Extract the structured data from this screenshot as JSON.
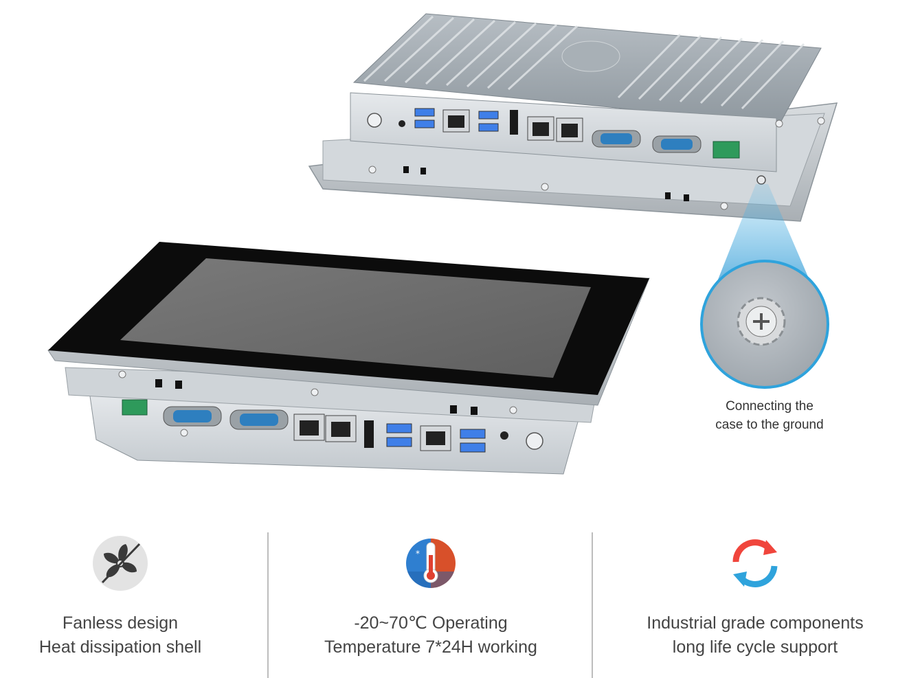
{
  "callout": {
    "line1": "Connecting the",
    "line2": "case to the ground"
  },
  "features": [
    {
      "icon": "fan-icon",
      "line1": "Fanless design",
      "line2": "Heat dissipation shell"
    },
    {
      "icon": "thermometer-icon",
      "line1": "-20~70℃ Operating",
      "line2": "Temperature 7*24H working"
    },
    {
      "icon": "refresh-cycle-icon",
      "line1": "Industrial grade components",
      "line2": "long life cycle support"
    }
  ],
  "colors": {
    "callout_blue": "#2fa3dc",
    "bezel_black": "#0c0c0c",
    "screen_gray": "#6f6f6f",
    "chassis_silver": "#c9ced3",
    "usb_blue": "#3f7fe8",
    "rj45_green": "#2e9a5b",
    "refresh_red": "#f0453c",
    "refresh_blue": "#2fa3dc"
  }
}
